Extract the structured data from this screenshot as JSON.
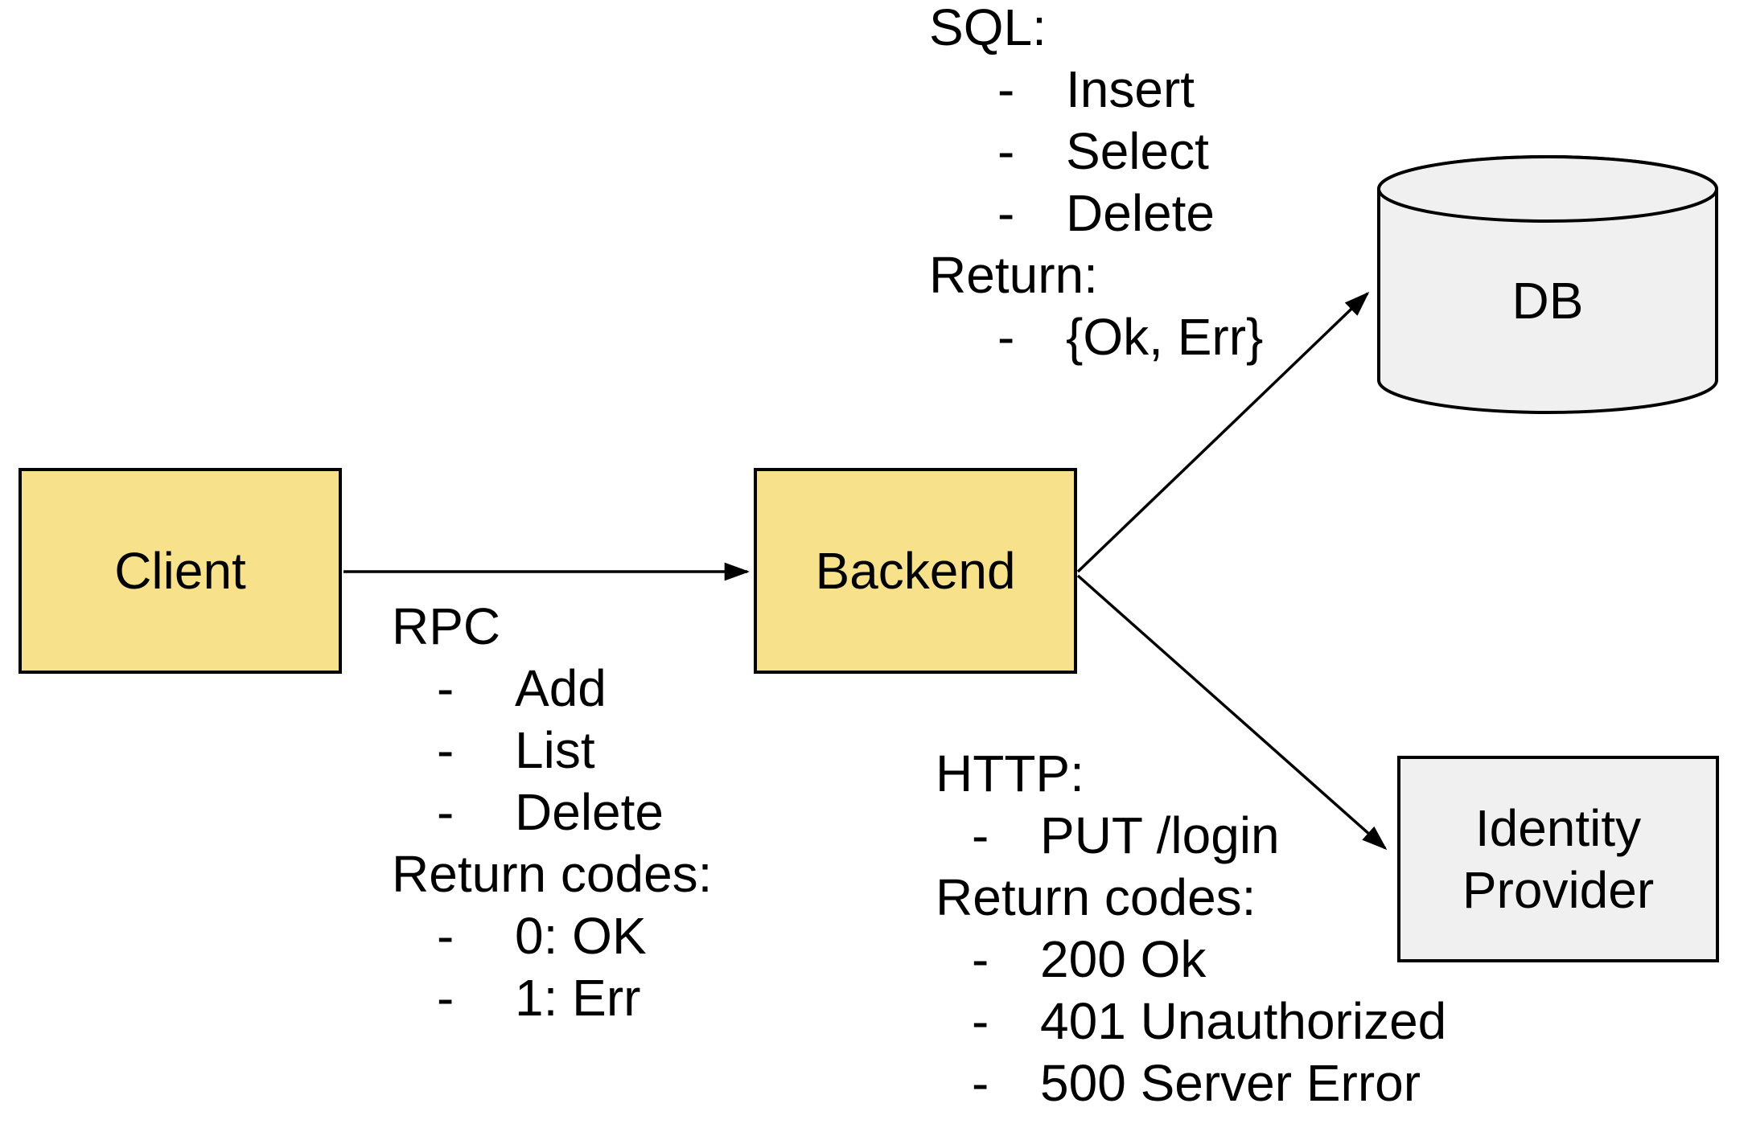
{
  "bullet": "-",
  "nodes": {
    "client": {
      "label": "Client"
    },
    "backend": {
      "label": "Backend"
    },
    "db": {
      "label": "DB"
    },
    "identity_provider": {
      "label": "Identity Provider"
    }
  },
  "edges": [
    {
      "from": "Client",
      "to": "Backend"
    },
    {
      "from": "Backend",
      "to": "DB"
    },
    {
      "from": "Backend",
      "to": "Identity Provider"
    }
  ],
  "annotations": {
    "rpc": {
      "title": "RPC",
      "items": [
        "Add",
        "List",
        "Delete"
      ],
      "return_title": "Return codes:",
      "return_items": [
        "0: OK",
        "1: Err"
      ]
    },
    "sql": {
      "title": "SQL:",
      "items": [
        "Insert",
        "Select",
        "Delete"
      ],
      "return_title": "Return:",
      "return_items": [
        "{Ok, Err}"
      ]
    },
    "http": {
      "title": "HTTP:",
      "items": [
        "PUT /login"
      ],
      "return_title": "Return codes:",
      "return_items": [
        "200 Ok",
        "401 Unauthorized",
        "500 Server Error"
      ]
    }
  },
  "colors": {
    "service_fill": "#F8E18B",
    "storage_fill": "#F0F0F0",
    "stroke": "#000000",
    "background": "#FFFFFF"
  }
}
